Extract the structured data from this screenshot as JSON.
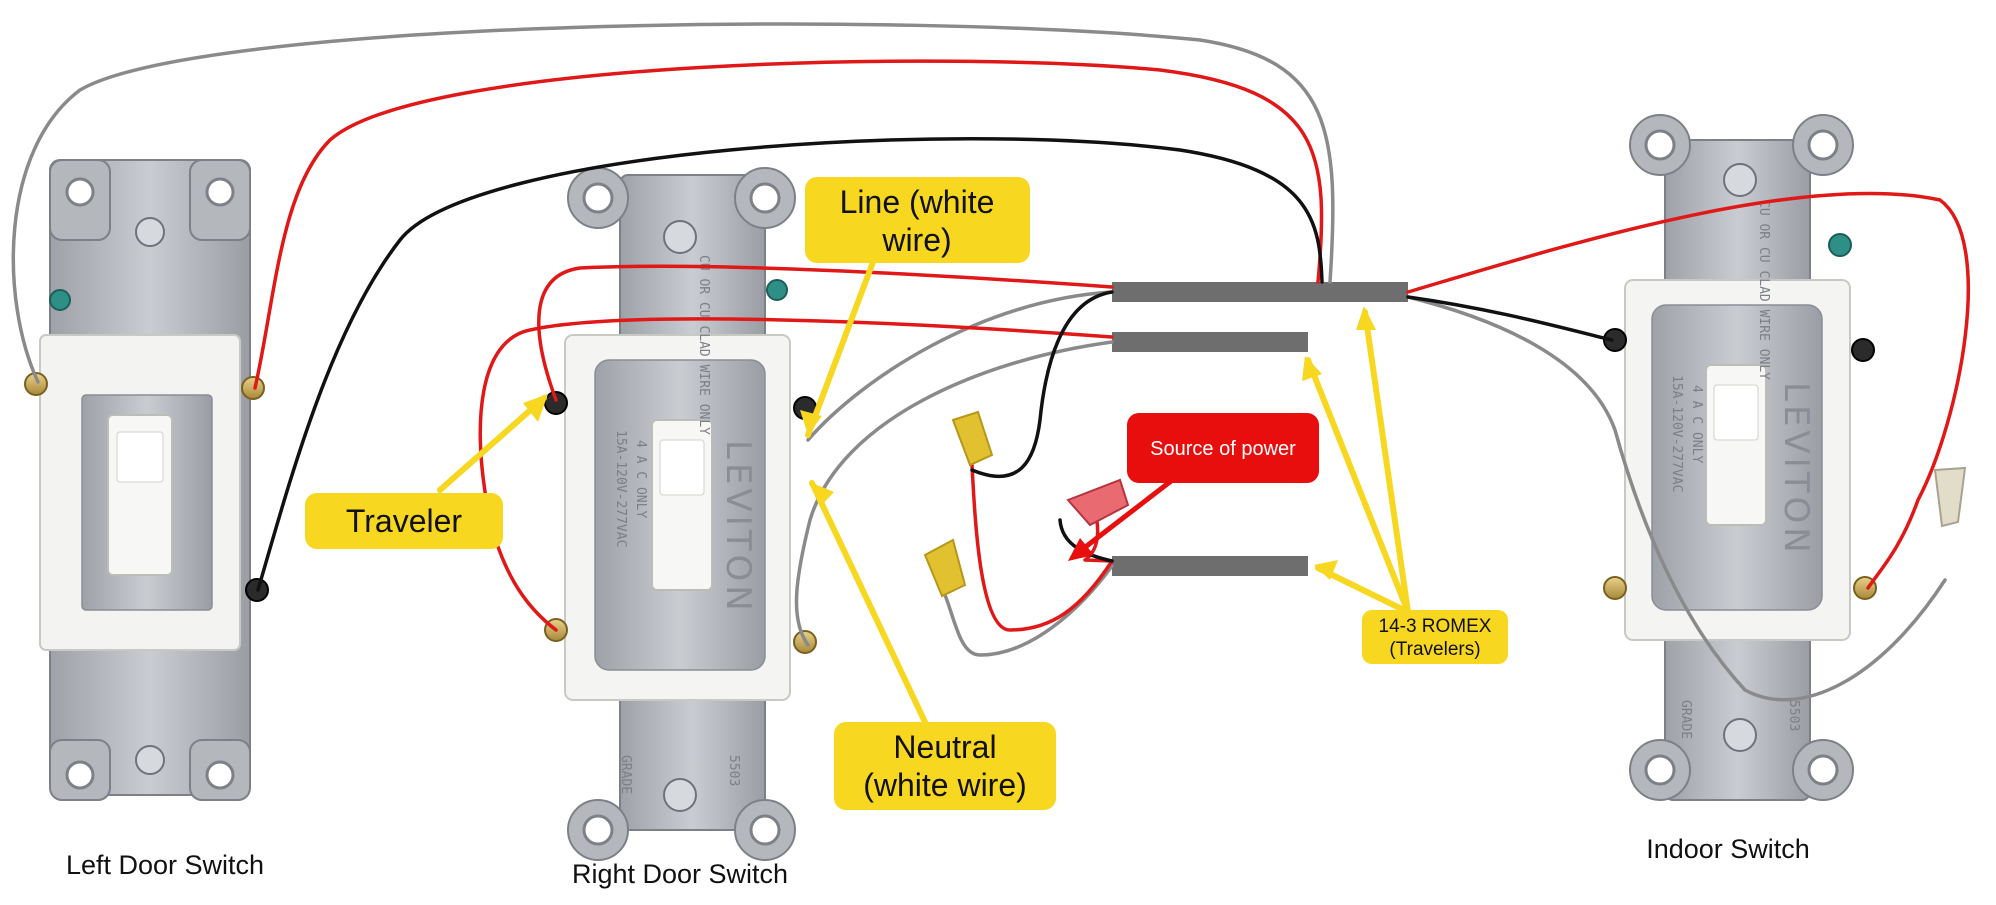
{
  "switches": {
    "left": {
      "label": "Left Door Switch"
    },
    "right": {
      "label": "Right Door Switch",
      "brand": "LEVITON",
      "rating": "15A-120V-277VAC",
      "rating2": "4 A C ONLY",
      "code_note": "CU OR CU CLAD WIRE ONLY",
      "grade": "GRADE",
      "cat": "5503"
    },
    "indoor": {
      "label": "Indoor Switch",
      "brand": "LEVITON",
      "rating": "15A-120V-277VAC",
      "rating2": "4 A C ONLY",
      "code_note": "CU OR CU CLAD WIRE ONLY",
      "grade": "GRADE",
      "cat": "5503"
    }
  },
  "callouts": {
    "line_1": "Line (white",
    "line_2": "wire)",
    "traveler": "Traveler",
    "neutral_1": "Neutral",
    "neutral_2": "(white wire)",
    "power": "Source of power",
    "romex_1": "14-3 ROMEX",
    "romex_2": "(Travelers)"
  },
  "colors": {
    "callout_yellow": "#f7d720",
    "power_red": "#e80e0e",
    "wire_red": "#e01818",
    "wire_black": "#111111",
    "wire_gray": "#8a8a8a",
    "romex_gray": "#6e6e6e"
  }
}
